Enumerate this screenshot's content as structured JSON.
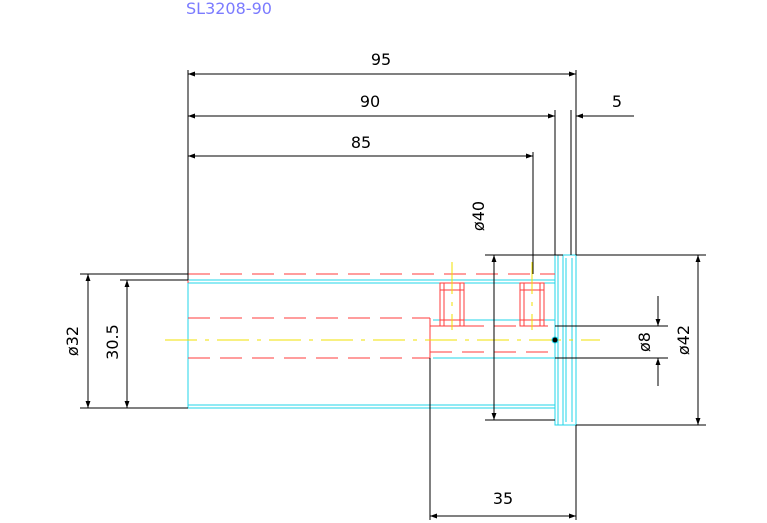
{
  "title": "SL3208-90",
  "dimensions": {
    "d95": "95",
    "d90": "90",
    "d85": "85",
    "d5": "5",
    "d35": "35",
    "dia40": "ø40",
    "dia32": "ø32",
    "r305": "30.5",
    "dia8": "ø8",
    "dia42": "ø42"
  },
  "colors": {
    "outline": "#21d6e8",
    "hidden": "#ff3b3b",
    "dimension": "#000000",
    "centerline": "#f0e000",
    "title": "#7b7bff"
  }
}
